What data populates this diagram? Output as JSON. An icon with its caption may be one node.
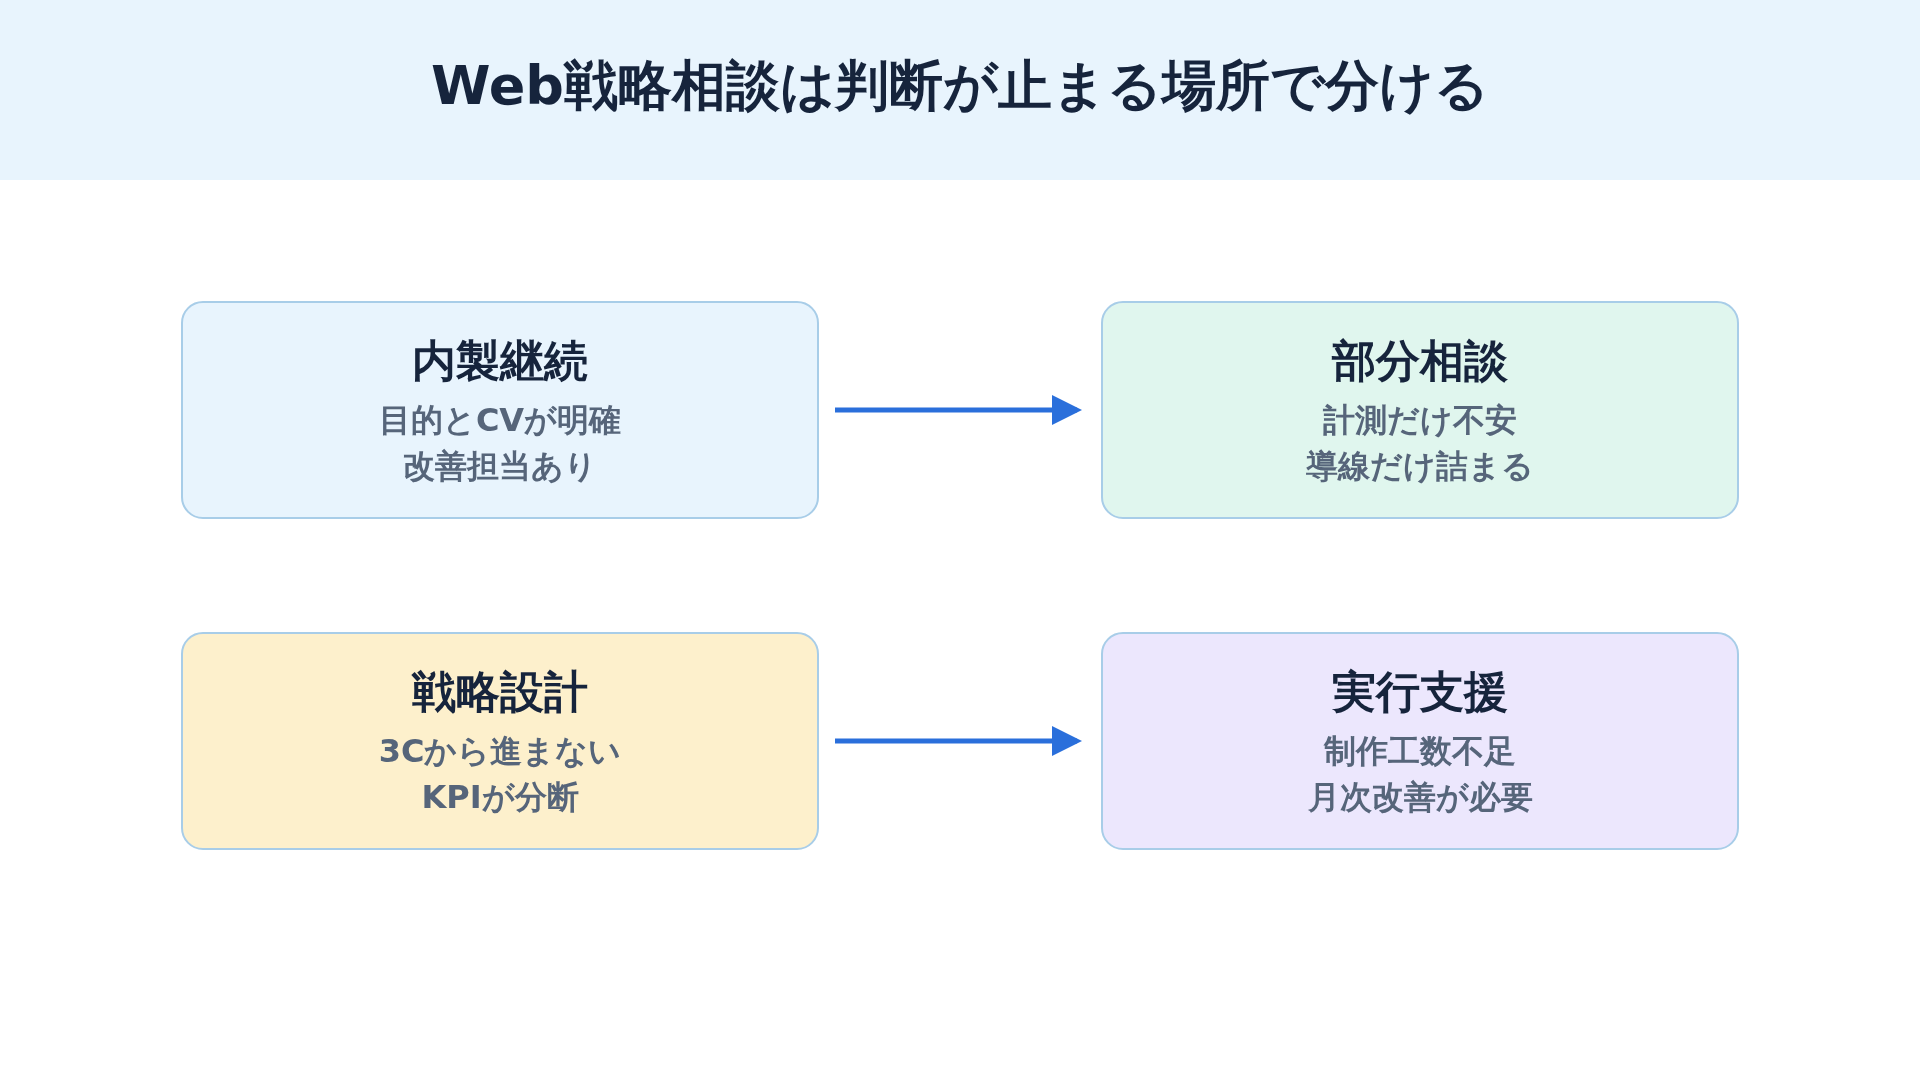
{
  "diagram": {
    "title": "Web戦略相談は判断が止まる場所で分ける",
    "nodes": [
      {
        "text": [
          "内製継続",
          "目的とCVが明確",
          "改善担当あり"
        ]
      },
      {
        "text": [
          "部分相談",
          "計測だけ不安",
          "導線だけ詰まる"
        ]
      },
      {
        "text": [
          "戦略設計",
          "3Cから進まない",
          "KPIが分断"
        ]
      },
      {
        "text": [
          "実行支援",
          "制作工数不足",
          "月次改善が必要"
        ]
      }
    ],
    "edges": [
      {
        "from": 0,
        "to": 1,
        "arrow": "to"
      },
      {
        "from": 2,
        "to": 3,
        "arrow": "to"
      }
    ]
  }
}
